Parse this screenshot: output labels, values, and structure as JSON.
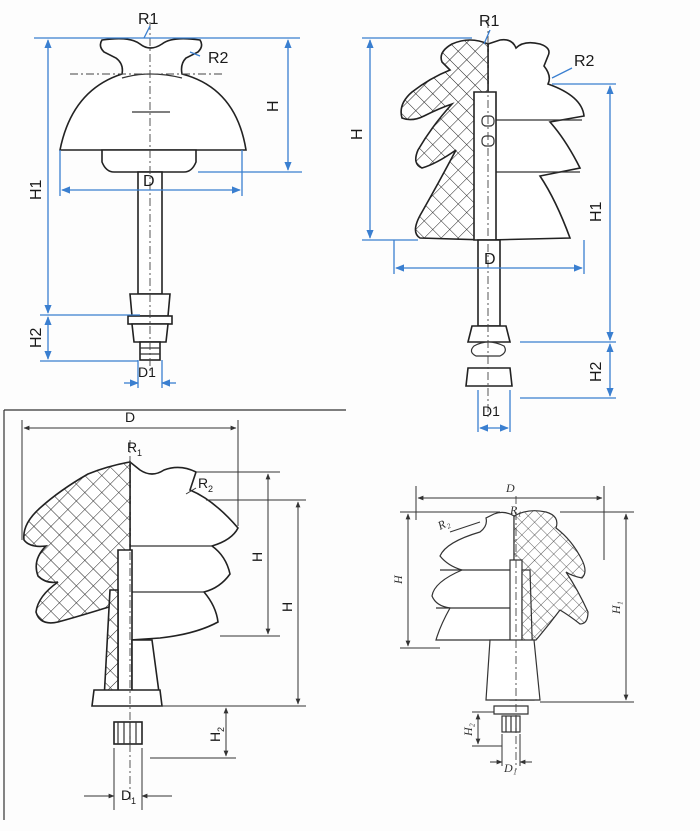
{
  "fig1": {
    "r1": "R1",
    "r2": "R2",
    "h": "H",
    "h1": "H1",
    "d": "D",
    "h2": "H2",
    "d1": "D1"
  },
  "fig2": {
    "r1": "R1",
    "r2": "R2",
    "h": "H",
    "h1": "H1",
    "d": "D",
    "h2": "H2",
    "d1": "D1"
  },
  "fig3": {
    "d": "D",
    "r1": "R",
    "r1_sub": "1",
    "r2": "R",
    "r2_sub": "2",
    "h_inner": "H",
    "h_outer": "H",
    "h2": "H",
    "h2_sub": "2",
    "d1": "D",
    "d1_sub": "1"
  },
  "fig4": {
    "d": "D",
    "r1": "R₁",
    "r2": "R₂",
    "h": "H",
    "h1": "H₁",
    "h2": "H₂",
    "d1": "D₁"
  },
  "colors": {
    "dimension": "#3a7fd0",
    "outline": "#222222"
  }
}
